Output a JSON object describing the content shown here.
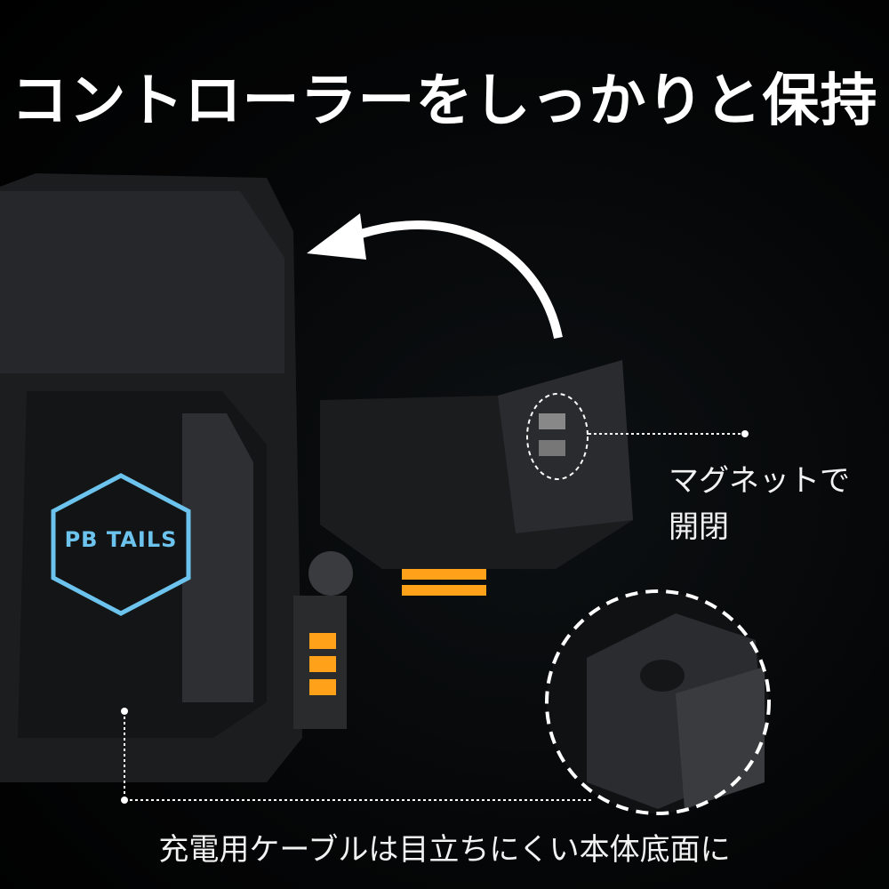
{
  "headline": "コントローラーをしっかりと保持",
  "brand_logo": "PB TAILS",
  "callouts": {
    "magnet": "マグネットで開閉",
    "magnet_line1": "マグネットで",
    "magnet_line2": "開閉",
    "cable": "充電用ケーブルは目立ちにくい本体底面に"
  },
  "colors": {
    "background": "#000000",
    "accent_orange": "#ffa21a",
    "logo_blue": "#6cc4ee"
  }
}
